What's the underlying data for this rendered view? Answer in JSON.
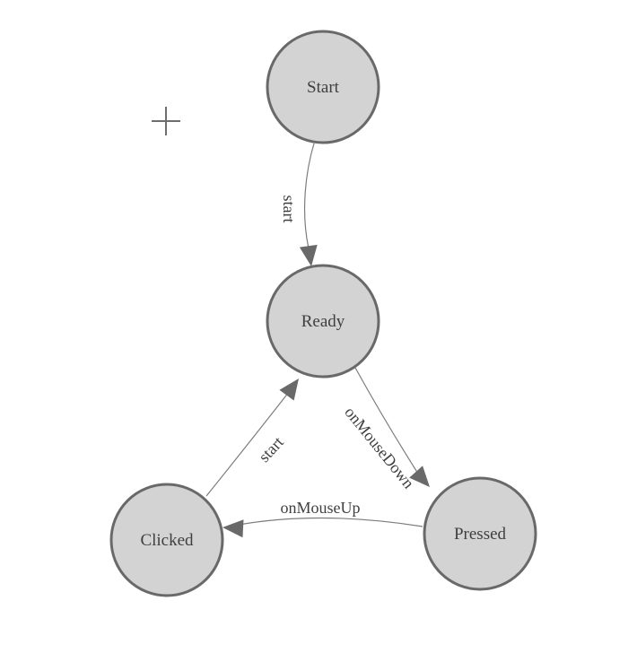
{
  "diagram": {
    "kind": "state-machine",
    "nodes": [
      {
        "id": "start",
        "label": "Start"
      },
      {
        "id": "ready",
        "label": "Ready"
      },
      {
        "id": "clicked",
        "label": "Clicked"
      },
      {
        "id": "pressed",
        "label": "Pressed"
      }
    ],
    "edges": [
      {
        "from": "start",
        "to": "ready",
        "label": "start"
      },
      {
        "from": "clicked",
        "to": "ready",
        "label": "start"
      },
      {
        "from": "ready",
        "to": "pressed",
        "label": "onMouseDown"
      },
      {
        "from": "pressed",
        "to": "clicked",
        "label": "onMouseUp"
      }
    ],
    "icons": [
      {
        "name": "plus-icon",
        "glyph": "+"
      }
    ]
  },
  "colors": {
    "background": "#ffffff",
    "node_fill": "#d3d3d3",
    "node_stroke": "#696969",
    "edge_stroke": "#7d7d7d",
    "arrow_fill": "#696969",
    "text": "#3f3f3f",
    "plus": "#6e6e6e"
  }
}
